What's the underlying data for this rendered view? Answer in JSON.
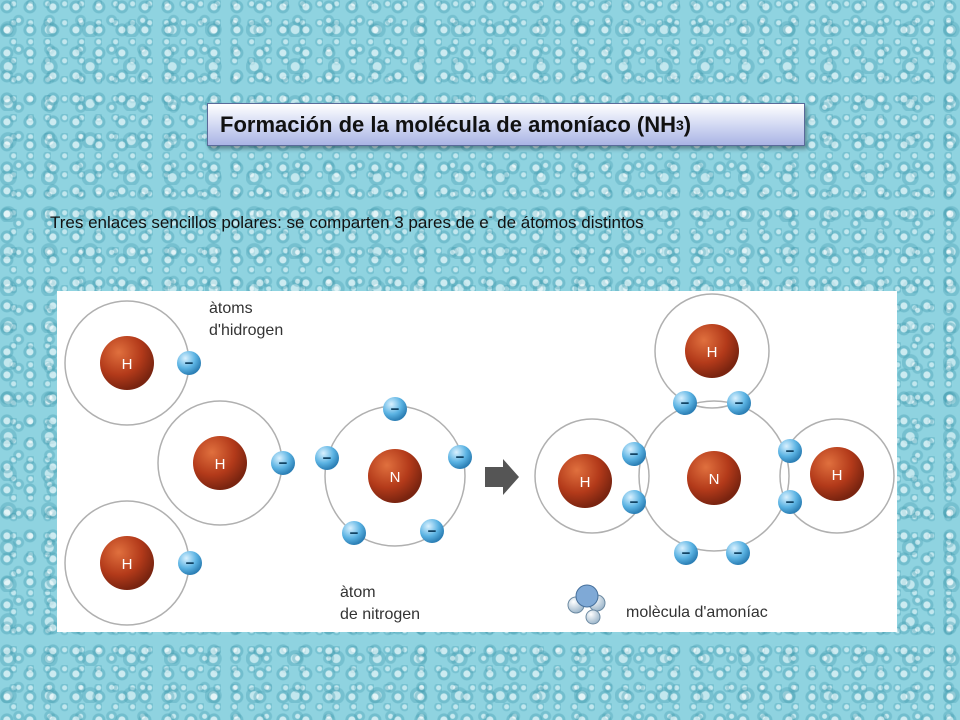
{
  "slide": {
    "title": "Formación de la molécula de amoníaco (NH",
    "title_sub": "3",
    "title_end": ")",
    "subtitle_main": "Tres enlaces sencillos polares: se comparten 3 pares de e",
    "subtitle_sup": "-",
    "subtitle_end": " de átomos distintos"
  },
  "diagram": {
    "label_hydrogen_atoms_1": "àtoms",
    "label_hydrogen_atoms_2": "d'hidrogen",
    "label_nitrogen_atom_1": "àtom",
    "label_nitrogen_atom_2": "de nitrogen",
    "label_molecule": "molècula d'amoníac",
    "symbol_h": "H",
    "symbol_n": "N",
    "electron_symbol": "−"
  },
  "colors": {
    "nucleus": "#b33a1a",
    "electron": "#5bb3e3",
    "orbit": "#aaaaaa",
    "arrow": "#555555"
  }
}
